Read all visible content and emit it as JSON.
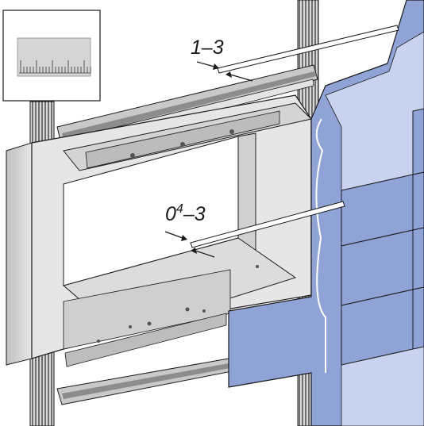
{
  "dimension_labels": {
    "top": {
      "text": "1–3"
    },
    "middle": {
      "base": "0",
      "superscript": "4",
      "suffix": "–3"
    }
  },
  "colors": {
    "panel_blue": "#8fa3d6",
    "panel_blue_light": "#c9d2ee",
    "metal_light": "#e9e9e9",
    "metal_mid": "#cfcfcf",
    "metal_dark": "#9a9a9a",
    "outline": "#1a1a1a"
  },
  "icons": {
    "inset": "ruler-icon"
  }
}
